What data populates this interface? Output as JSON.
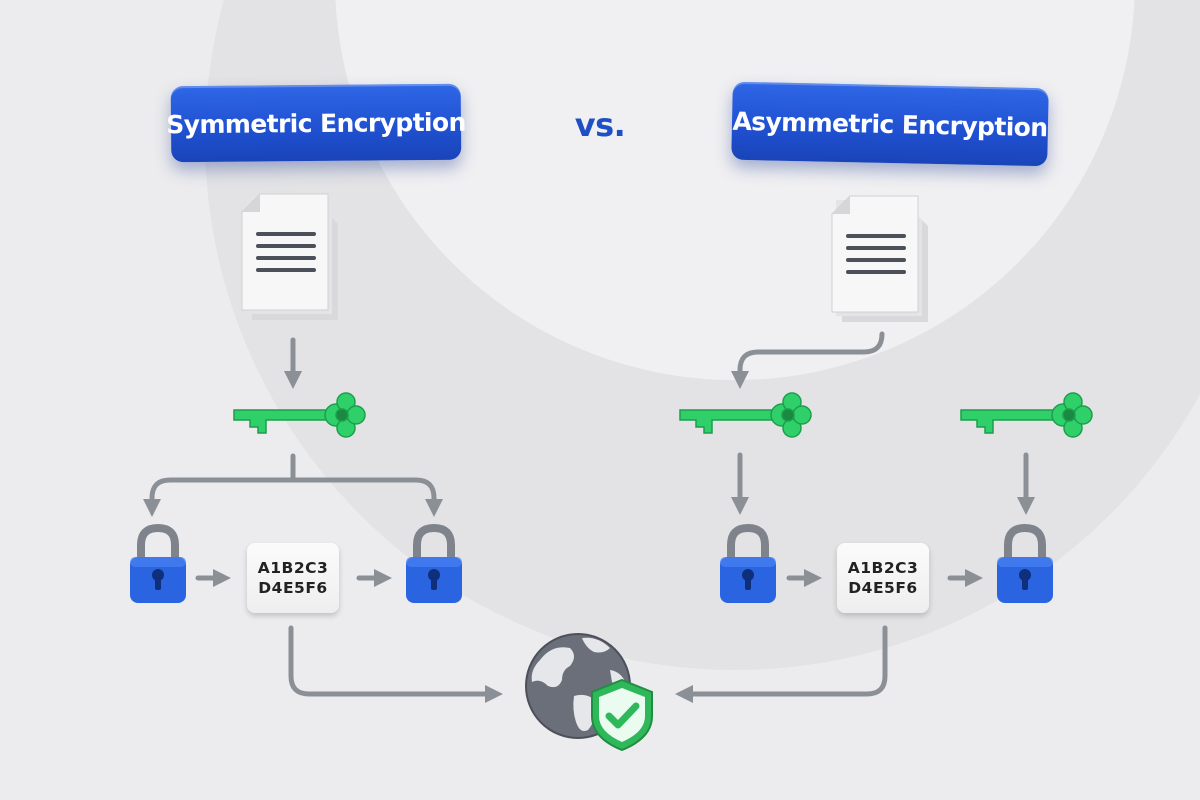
{
  "titles": {
    "symmetric": "Symmetric Encryption",
    "vs": "vs.",
    "asymmetric": "Asymmetric Encryption"
  },
  "symmetric": {
    "ciphertext_line1": "A1B2C3",
    "ciphertext_line2": "D4E5F6"
  },
  "asymmetric": {
    "ciphertext_line1": "A1B2C3",
    "ciphertext_line2": "D4E5F6"
  },
  "icons": {
    "document": "document-icon",
    "key": "key-icon",
    "padlock": "padlock-icon",
    "globe": "globe-icon",
    "shield": "shield-check-icon"
  },
  "colors": {
    "title_blue": "#2257d8",
    "vs_blue": "#1f4fc4",
    "key_green": "#2fd06a",
    "lock_blue": "#2a64e0",
    "arrow_gray": "#8b9096",
    "shield_green": "#2fb85a",
    "globe_gray": "#5f6370",
    "background": "#ececee"
  }
}
